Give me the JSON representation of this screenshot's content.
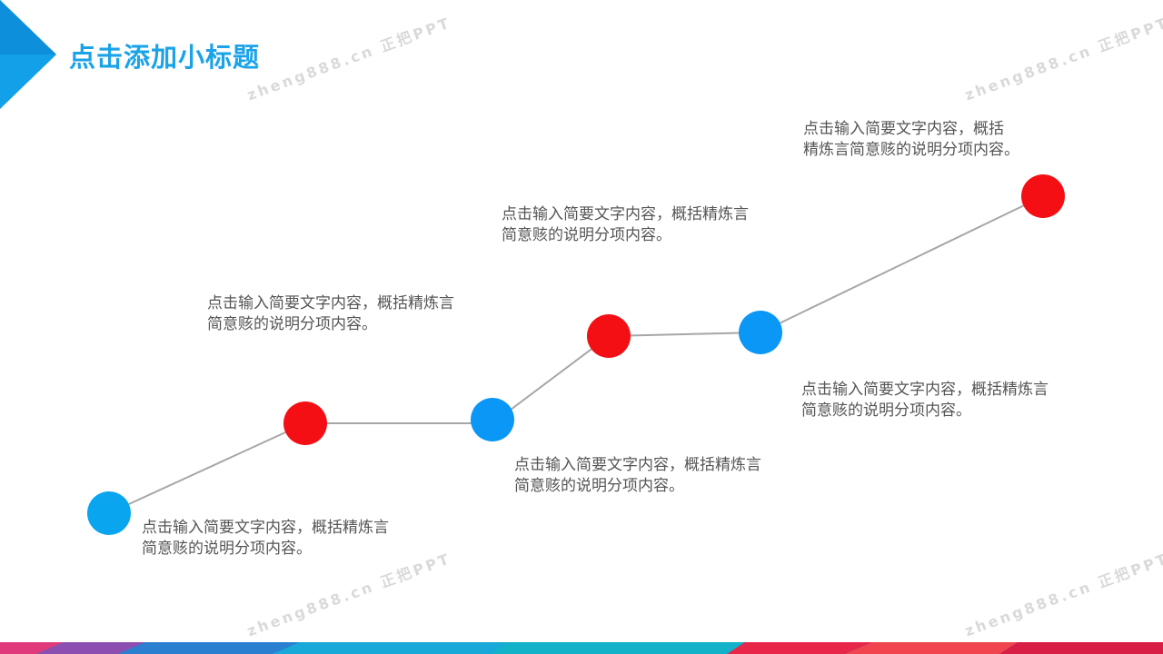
{
  "title": "点击添加小标题",
  "colors": {
    "accent_blue": "#12a0e8",
    "node_blue": "#0aa5ef",
    "node_red": "#f40f14",
    "line": "#a6a6a6",
    "text": "#555555"
  },
  "nodes": [
    {
      "color": "blue"
    },
    {
      "color": "red"
    },
    {
      "color": "blue"
    },
    {
      "color": "red"
    },
    {
      "color": "blue"
    },
    {
      "color": "red"
    }
  ],
  "descriptions": [
    {
      "line1": "点击输入简要文字内容，概括精炼言",
      "line2": "简意赅的说明分项内容。"
    },
    {
      "line1": "点击输入简要文字内容，概括精炼言",
      "line2": "简意赅的说明分项内容。"
    },
    {
      "line1": "点击输入简要文字内容，概括精炼言",
      "line2": "简意赅的说明分项内容。"
    },
    {
      "line1": "点击输入简要文字内容，概括精炼言",
      "line2": "简意赅的说明分项内容。"
    },
    {
      "line1": "点击输入简要文字内容，概括精炼言",
      "line2": "简意赅的说明分项内容。"
    },
    {
      "line1": "点击输入简要文字内容，概括",
      "line2": "精炼言简意赅的说明分项内容。"
    }
  ],
  "watermark": "zheng888.cn 正把PPT"
}
